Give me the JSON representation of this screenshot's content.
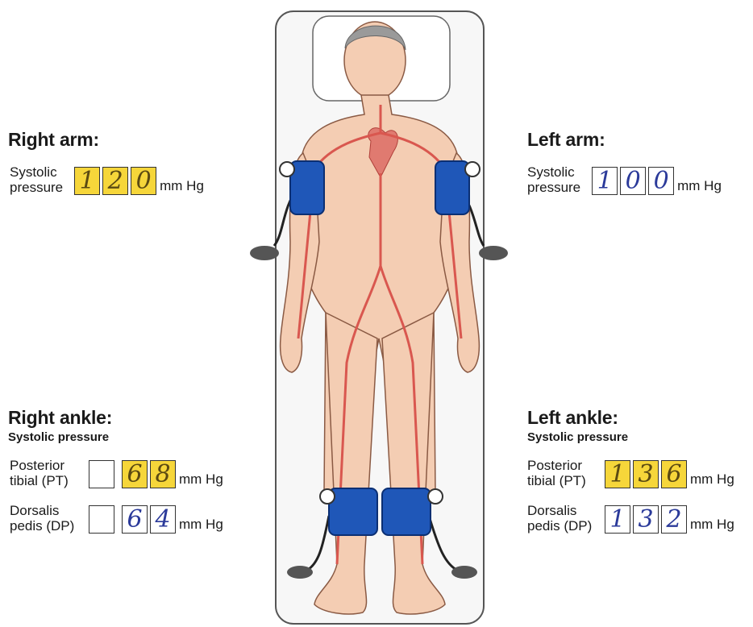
{
  "right_arm": {
    "heading": "Right arm:",
    "label_line1": "Systolic",
    "label_line2": "pressure",
    "digits": [
      "1",
      "2",
      "0"
    ],
    "unit": "mm Hg",
    "highlight": "#f6d63a"
  },
  "left_arm": {
    "heading": "Left arm:",
    "label_line1": "Systolic",
    "label_line2": "pressure",
    "digits": [
      "1",
      "0",
      "0"
    ],
    "unit": "mm Hg"
  },
  "right_ankle": {
    "heading": "Right ankle:",
    "subheading": "Systolic pressure",
    "pt_line1": "Posterior",
    "pt_line2": "tibial (PT)",
    "pt_digits": [
      "",
      "6",
      "8"
    ],
    "dp_line1": "Dorsalis",
    "dp_line2": "pedis (DP)",
    "dp_digits": [
      "",
      "6",
      "4"
    ],
    "unit": "mm Hg"
  },
  "left_ankle": {
    "heading": "Left ankle:",
    "subheading": "Systolic pressure",
    "pt_line1": "Posterior",
    "pt_line2": "tibial (PT)",
    "pt_digits": [
      "1",
      "3",
      "6"
    ],
    "dp_line1": "Dorsalis",
    "dp_line2": "pedis (DP)",
    "dp_digits": [
      "1",
      "3",
      "2"
    ],
    "unit": "mm Hg"
  },
  "colors": {
    "highlight": "#f6d63a",
    "cuff": "#1f57b8",
    "skin": "#f4cdb3",
    "artery": "#d9574f",
    "digit_ink": "#2b3a9a"
  }
}
